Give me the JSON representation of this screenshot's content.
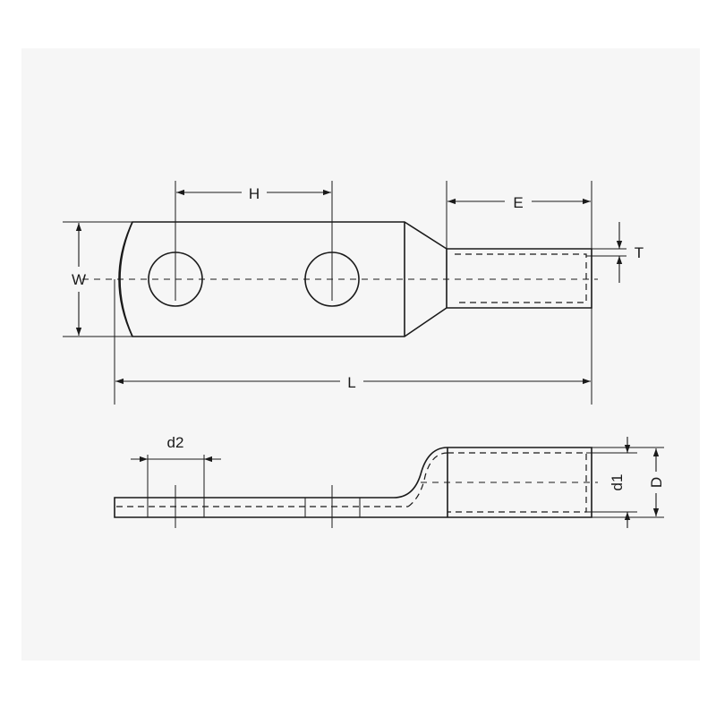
{
  "colors": {
    "background": "#ffffff",
    "panel": "#f6f6f6",
    "line": "#1a1a1a"
  },
  "dimensions": {
    "H": "H",
    "E": "E",
    "W": "W",
    "T": "T",
    "L": "L",
    "d2": "d2",
    "d1": "d1",
    "D": "D"
  }
}
